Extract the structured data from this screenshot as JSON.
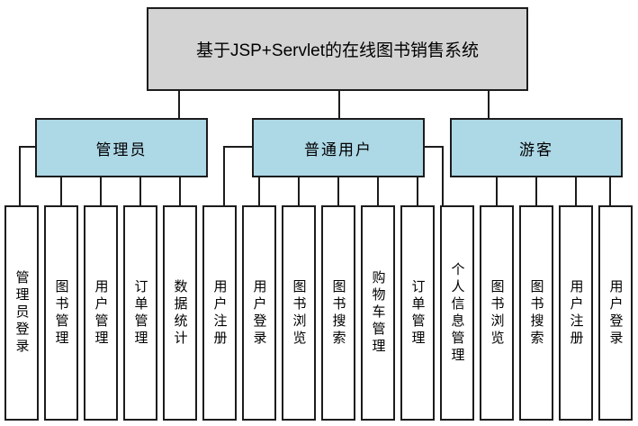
{
  "diagram": {
    "title": "基于JSP+Servlet的在线图书销售系统",
    "colors": {
      "title_fill": "#d3d3d3",
      "branch_fill": "#add8e6",
      "leaf_fill": "#ffffff",
      "line": "#1c1c1c"
    },
    "branches": [
      {
        "label": "管理员",
        "children": [
          "管理员登录",
          "图书管理",
          "用户管理",
          "订单管理",
          "数据统计"
        ]
      },
      {
        "label": "普通用户",
        "children": [
          "用户注册",
          "用户登录",
          "图书浏览",
          "图书搜索",
          "购物车管理",
          "订单管理",
          "个人信息管理"
        ]
      },
      {
        "label": "游客",
        "children": [
          "图书浏览",
          "图书搜索",
          "用户注册",
          "用户登录"
        ]
      }
    ]
  }
}
